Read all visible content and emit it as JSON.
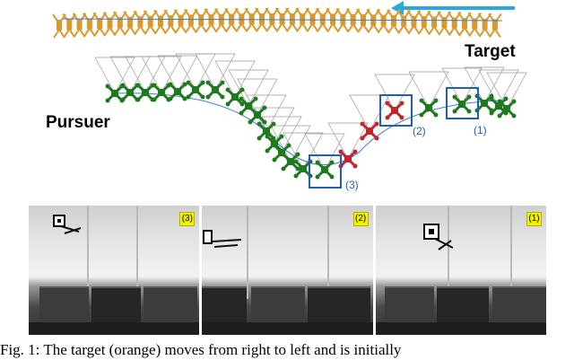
{
  "labels": {
    "target": "Target",
    "pursuer": "Pursuer"
  },
  "boxes": [
    "(1)",
    "(2)",
    "(3)"
  ],
  "photos": [
    {
      "tag": "(3)"
    },
    {
      "tag": "(2)"
    },
    {
      "tag": "(1)"
    }
  ],
  "caption": {
    "prefix": "Fig. 1:",
    "text": "The target (orange) moves from right to left and is initially"
  },
  "colors": {
    "target": "#d99a2b",
    "pursuer": "#1f7a1f",
    "pursuer_highlight": "#c0272d",
    "box": "#1f5fb8",
    "arrow": "#29a8e0"
  }
}
